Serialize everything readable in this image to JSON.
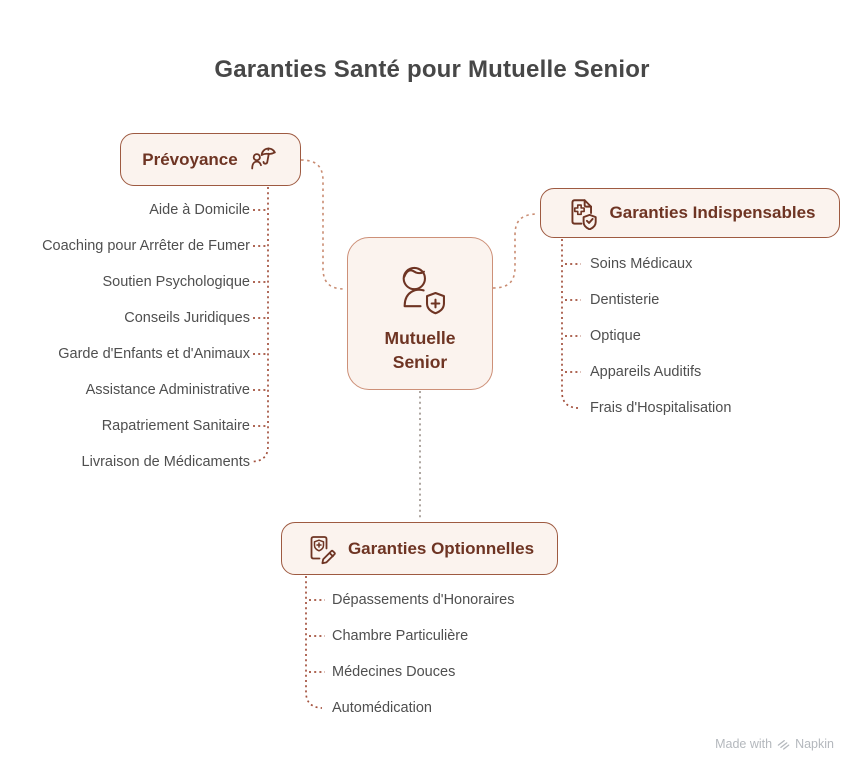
{
  "title": "Garanties Santé pour Mutuelle Senior",
  "center_node": {
    "label": "Mutuelle Senior",
    "icon": "senior-person-shield-icon"
  },
  "branches": [
    {
      "id": "prevoyance",
      "label": "Prévoyance",
      "icon": "person-umbrella-icon",
      "items": [
        "Aide à Domicile",
        "Coaching pour Arrêter de Fumer",
        "Soutien Psychologique",
        "Conseils Juridiques",
        "Garde d'Enfants et d'Animaux",
        "Assistance Administrative",
        "Rapatriement Sanitaire",
        "Livraison de Médicaments"
      ]
    },
    {
      "id": "garanties-indispensables",
      "label": "Garanties Indispensables",
      "icon": "document-cross-shield-icon",
      "items": [
        "Soins Médicaux",
        "Dentisterie",
        "Optique",
        "Appareils Auditifs",
        "Frais d'Hospitalisation"
      ]
    },
    {
      "id": "garanties-optionnelles",
      "label": "Garanties Optionnelles",
      "icon": "document-shield-pencil-icon",
      "items": [
        "Dépassements d'Honoraires",
        "Chambre Particulière",
        "Médecines Douces",
        "Automédication"
      ]
    }
  ],
  "watermark": {
    "prefix": "Made with",
    "brand": "Napkin",
    "icon": "napkin-logo-icon"
  },
  "colors": {
    "node_background": "#fbf3ee",
    "branch_border": "#9e5a41",
    "center_border": "#cd9078",
    "heading_text": "#6e3423",
    "item_text": "#4f4f4f",
    "title_text": "#474747",
    "spine_dotted": "#a3513d",
    "curve_dotted": "#c98c72",
    "center_drop_dotted": "#9a9089",
    "watermark_text": "#b4b8bd"
  }
}
